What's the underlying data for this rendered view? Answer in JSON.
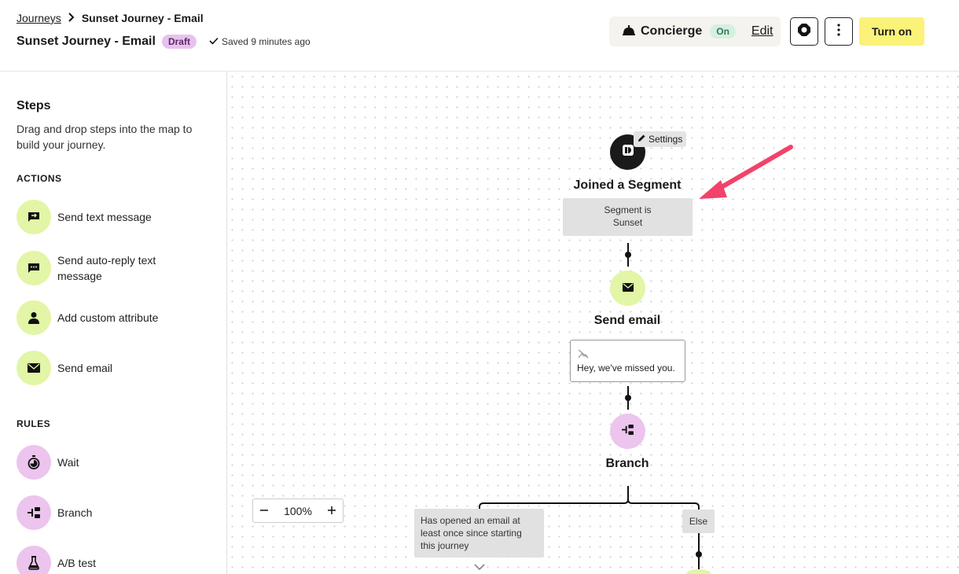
{
  "header": {
    "breadcrumb_link": "Journeys",
    "breadcrumb_current": "Sunset Journey - Email",
    "title": "Sunset Journey - Email",
    "status_badge": "Draft",
    "saved_text": "Saved 9 minutes ago",
    "concierge_label": "Concierge",
    "concierge_status": "On",
    "concierge_edit": "Edit",
    "turn_on_label": "Turn on"
  },
  "sidebar": {
    "title": "Steps",
    "description": "Drag and drop steps into the map to build your journey.",
    "actions_heading": "ACTIONS",
    "actions": [
      {
        "label": "Send text message",
        "icon": "text-message-icon"
      },
      {
        "label": "Send auto-reply text message",
        "icon": "auto-reply-icon"
      },
      {
        "label": "Add custom attribute",
        "icon": "person-icon"
      },
      {
        "label": "Send email",
        "icon": "envelope-icon"
      }
    ],
    "rules_heading": "RULES",
    "rules": [
      {
        "label": "Wait",
        "icon": "timer-icon"
      },
      {
        "label": "Branch",
        "icon": "branch-icon"
      },
      {
        "label": "A/B test",
        "icon": "flask-icon"
      }
    ]
  },
  "canvas": {
    "trigger": {
      "title": "Joined a Segment",
      "settings_label": "Settings",
      "condition_line1": "Segment is",
      "condition_line2": "Sunset"
    },
    "email_step": {
      "title": "Send email",
      "preview_text": "Hey, we've missed you."
    },
    "branch_step": {
      "title": "Branch",
      "condition_yes": "Has opened an email at least once since starting this journey",
      "condition_else": "Else"
    },
    "zoom_level": "100%"
  },
  "colors": {
    "accent_yellow": "#fbf27a",
    "action_green": "#e3f5a6",
    "rule_pink": "#ecc4ee",
    "arrow_red": "#f2436a"
  }
}
